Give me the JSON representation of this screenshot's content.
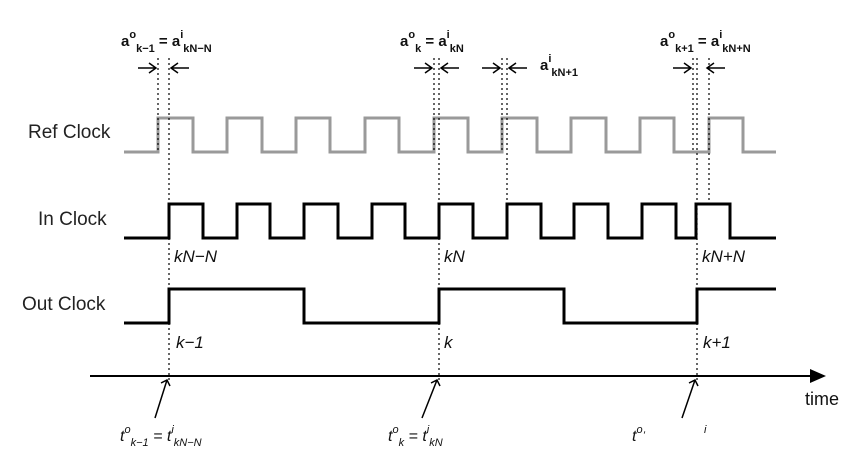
{
  "signals": {
    "ref_clock": "Ref Clock",
    "in_clock": "In Clock",
    "out_clock": "Out Clock"
  },
  "edge_labels": {
    "in_kn_minus_n": "kN−N",
    "in_kn": "kN",
    "in_kn_plus_n": "kN+N",
    "out_k_minus_1": "k−1",
    "out_k": "k",
    "out_k_plus_1": "k+1"
  },
  "top_equations": {
    "eq1": {
      "a1": "a",
      "sup1": "o",
      "sub1": "k−1",
      "eq": " = ",
      "a2": "a",
      "sup2": "i",
      "sub2": "kN−N"
    },
    "eq2": {
      "a1": "a",
      "sup1": "o",
      "sub1": "k",
      "eq": " = ",
      "a2": "a",
      "sup2": "i",
      "sub2": "kN"
    },
    "eq3": {
      "a1": "a",
      "sup1": "o",
      "sub1": "k+1",
      "eq": " = ",
      "a2": "a",
      "sup2": "i",
      "sub2": "kN+N"
    },
    "extra": {
      "a": "a",
      "sup": "i",
      "sub": "kN+1"
    }
  },
  "bottom_equations": {
    "t1": {
      "t1": "t",
      "sup1": "o",
      "sub1": "k−1",
      "eq": " = ",
      "t2": "t",
      "sup2": "i",
      "sub2": "kN−N"
    },
    "t2": {
      "t1": "t",
      "sup1": "o",
      "sub1": "k",
      "eq": " = ",
      "t2": "t",
      "sup2": "i",
      "sub2": "kN"
    },
    "t3": {
      "t1": "t",
      "sup1": "o",
      "trail": "ʻ",
      "tail_sup": "i"
    }
  },
  "axis": {
    "label": "time"
  },
  "colors": {
    "ref": "#9a9a9a",
    "signal": "#000000",
    "text": "#111111"
  }
}
